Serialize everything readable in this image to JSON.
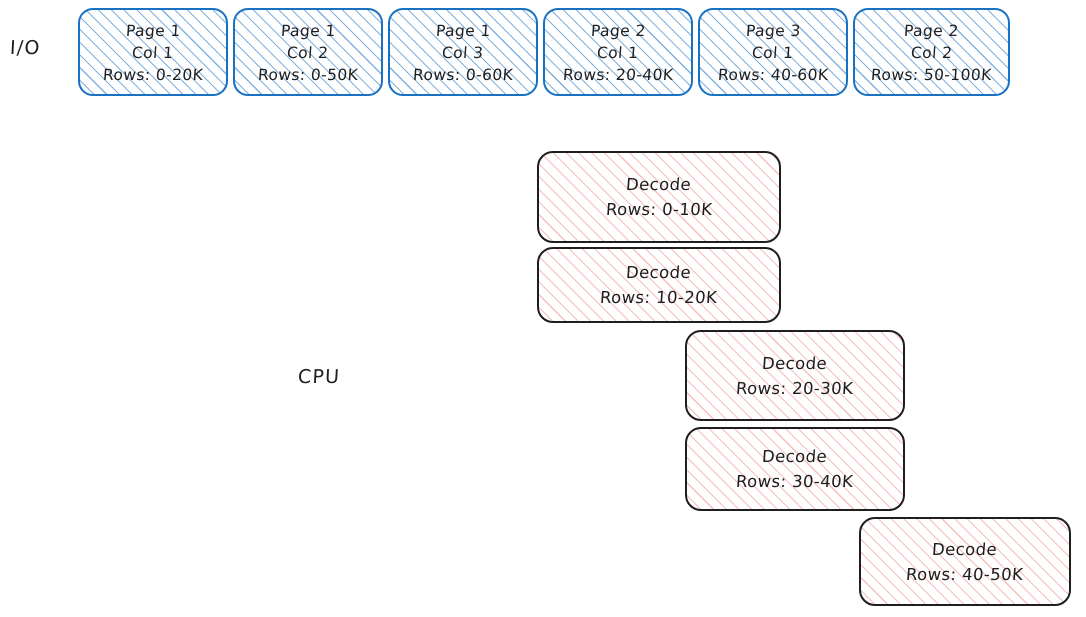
{
  "diagram": {
    "lanes": [
      {
        "id": "io",
        "label": "I/O"
      },
      {
        "id": "cpu",
        "label": "CPU"
      }
    ],
    "colors": {
      "io_border": "#1971c2",
      "io_hatch": "#79addd",
      "cpu_border": "#1e1e1e",
      "cpu_hatch": "#f09696",
      "text": "#1e1e1e",
      "background": "#ffffff"
    },
    "io_blocks": [
      {
        "page": "Page 1",
        "col": "Col 1",
        "rows": "Rows: 0-20K"
      },
      {
        "page": "Page 1",
        "col": "Col 2",
        "rows": "Rows: 0-50K"
      },
      {
        "page": "Page 1",
        "col": "Col 3",
        "rows": "Rows: 0-60K"
      },
      {
        "page": "Page 2",
        "col": "Col 1",
        "rows": "Rows: 20-40K"
      },
      {
        "page": "Page 3",
        "col": "Col 1",
        "rows": "Rows: 40-60K"
      },
      {
        "page": "Page 2",
        "col": "Col 2",
        "rows": "Rows: 50-100K"
      }
    ],
    "cpu_blocks": [
      {
        "title": "Decode",
        "rows": "Rows: 0-10K"
      },
      {
        "title": "Decode",
        "rows": "Rows: 10-20K"
      },
      {
        "title": "Decode",
        "rows": "Rows: 20-30K"
      },
      {
        "title": "Decode",
        "rows": "Rows: 30-40K"
      },
      {
        "title": "Decode",
        "rows": "Rows: 40-50K"
      }
    ]
  }
}
